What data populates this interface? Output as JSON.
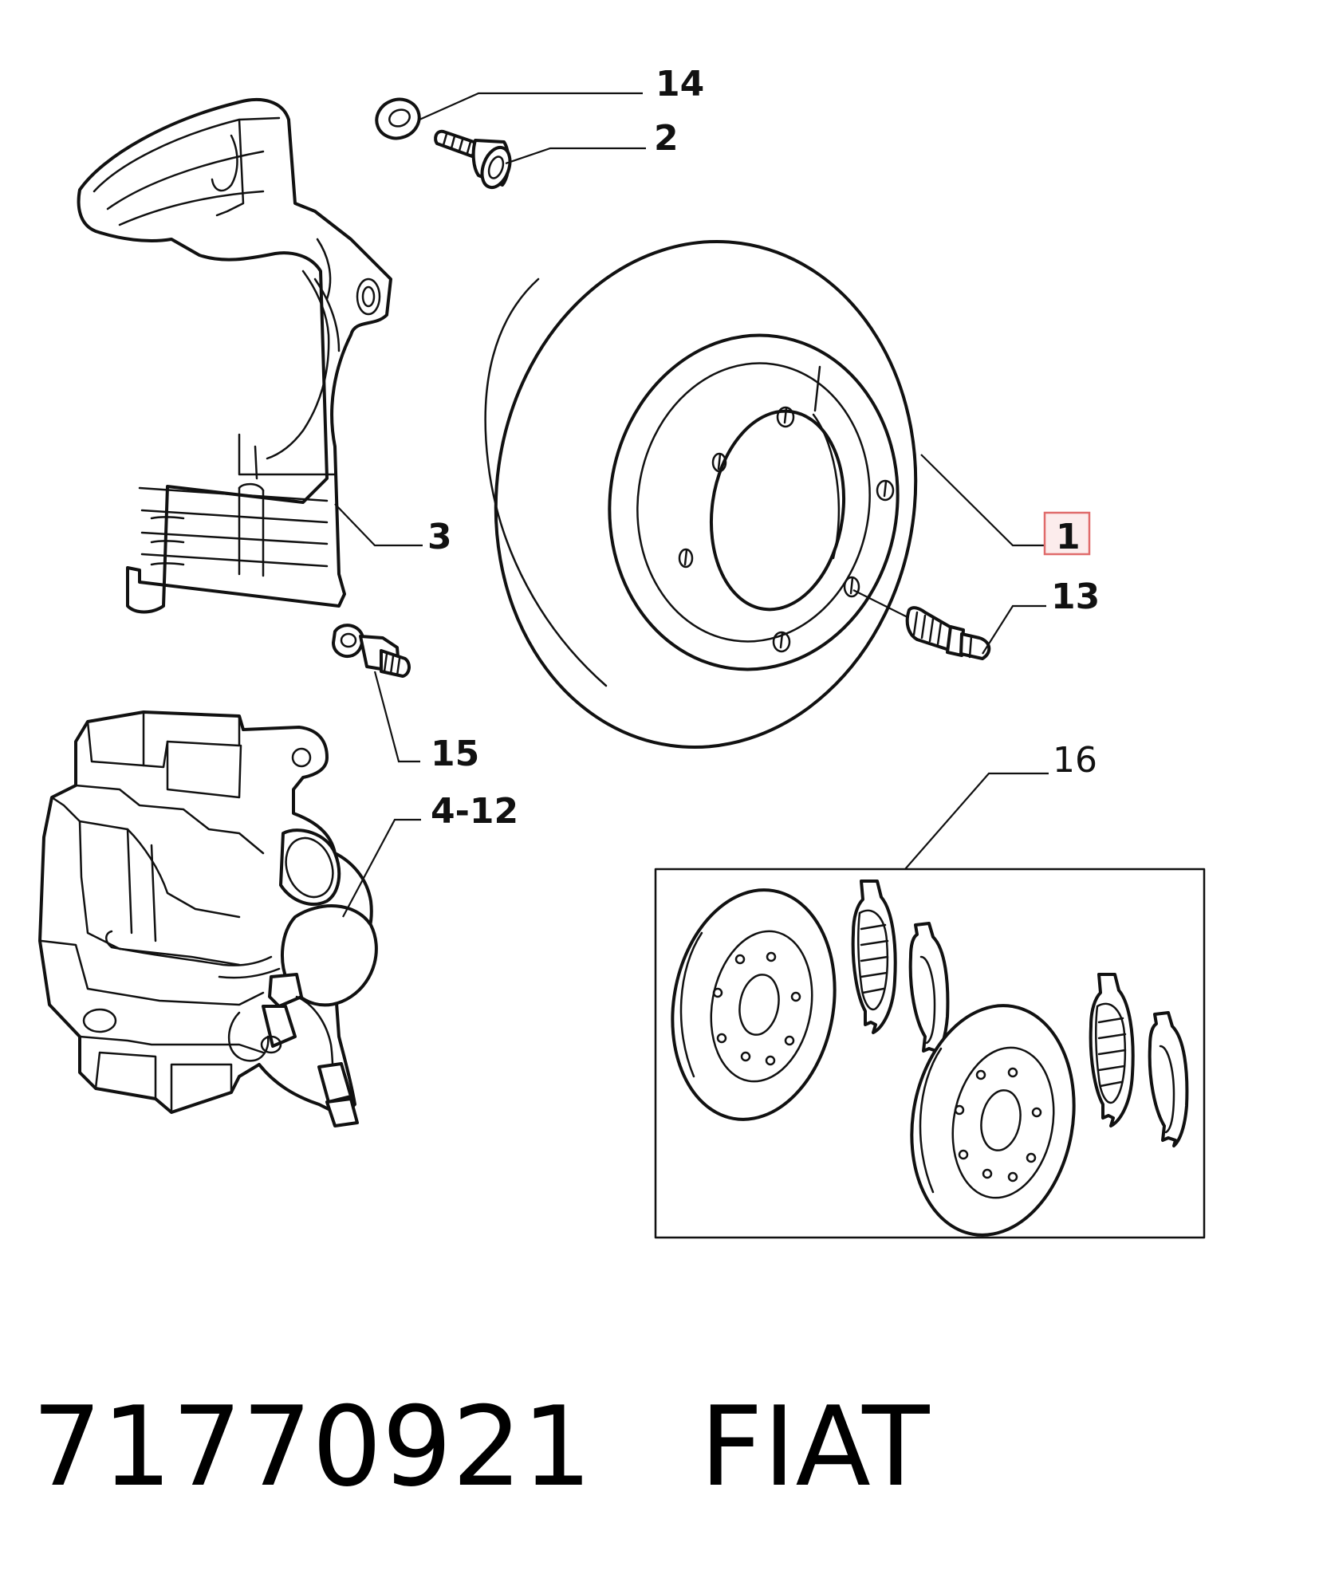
{
  "callouts": {
    "c1": "1",
    "c2": "2",
    "c3": "3",
    "c4_12": "4-12",
    "c13": "13",
    "c14": "14",
    "c15": "15",
    "c16": "16"
  },
  "footer": {
    "part_number": "71770921",
    "brand": "FIAT"
  },
  "colors": {
    "line": "#111111",
    "highlight_border": "#e06b6b"
  }
}
